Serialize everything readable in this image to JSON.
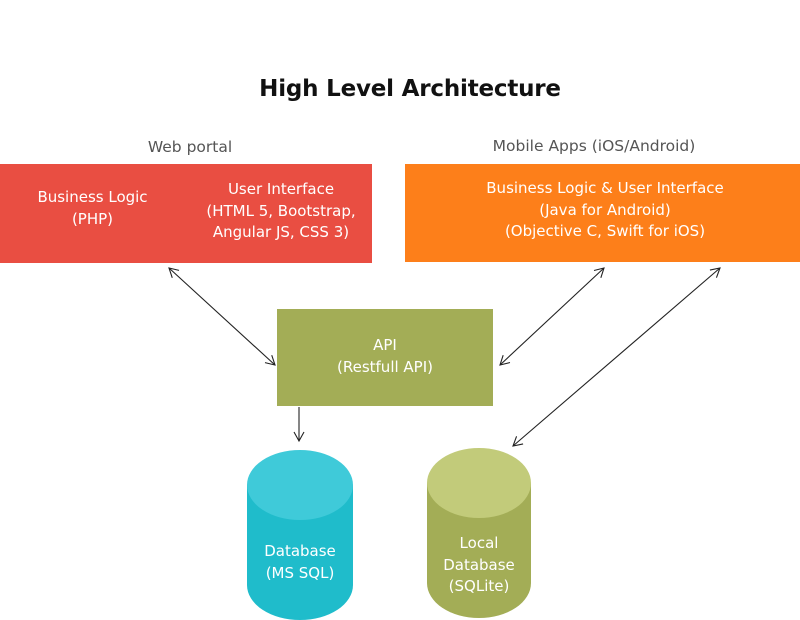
{
  "title": "High Level Architecture",
  "web_portal": {
    "label": "Web portal",
    "business_logic": [
      "Business Logic",
      "(PHP)"
    ],
    "user_interface": [
      "User Interface",
      "(HTML 5, Bootstrap,",
      "Angular JS, CSS 3)"
    ],
    "color": "#e94e42"
  },
  "mobile_apps": {
    "label": "Mobile Apps (iOS/Android)",
    "lines": [
      "Business Logic & User Interface",
      "(Java for Android)",
      "(Objective C, Swift for iOS)"
    ],
    "color": "#fd7f1a"
  },
  "api": {
    "lines": [
      "API",
      "(Restfull API)"
    ],
    "color": "#a3ad56"
  },
  "database": {
    "lines": [
      "Database",
      "(MS SQL)"
    ],
    "body_color": "#1fbccb",
    "top_color": "#3fcad9"
  },
  "local_database": {
    "lines": [
      "Local",
      "Database",
      "(SQLite)"
    ],
    "body_color": "#a3ad56",
    "top_color": "#c2cb7a"
  },
  "connector_color": "#222222"
}
